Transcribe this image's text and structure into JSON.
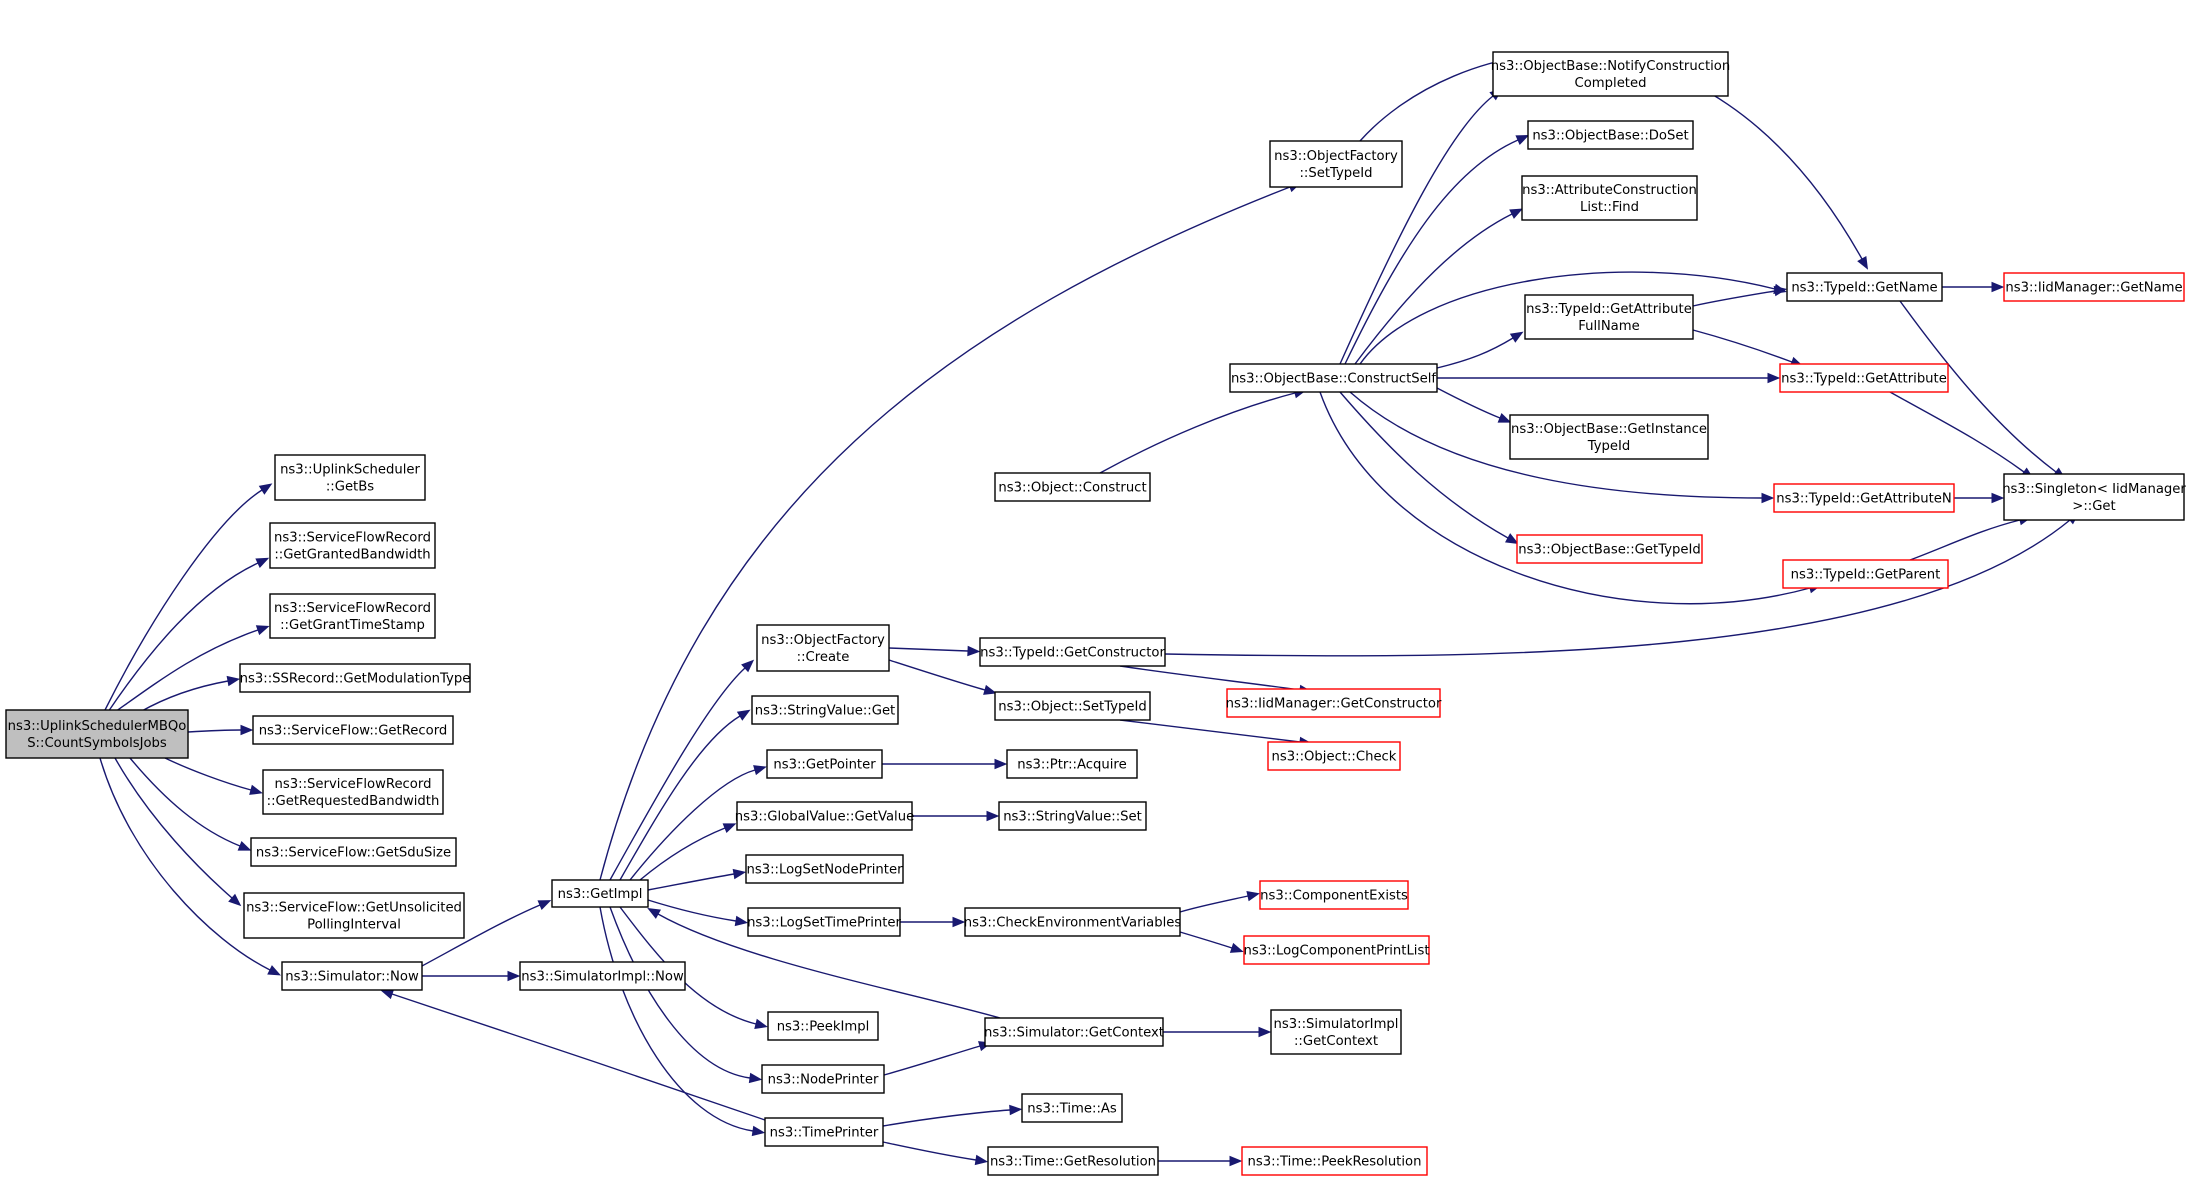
{
  "colors": {
    "edge": "#191970",
    "box_normal": "#000000",
    "box_truncated": "#ff0000",
    "box_root_fill": "#bfbfbf"
  },
  "nodes": [
    {
      "id": "root",
      "lines": [
        "ns3::UplinkSchedulerMBQo",
        "S::CountSymbolsJobs"
      ],
      "kind": "root"
    },
    {
      "id": "getbs",
      "lines": [
        "ns3::UplinkScheduler",
        "::GetBs"
      ],
      "kind": "normal"
    },
    {
      "id": "getgrantedbw",
      "lines": [
        "ns3::ServiceFlowRecord",
        "::GetGrantedBandwidth"
      ],
      "kind": "normal"
    },
    {
      "id": "getgranttime",
      "lines": [
        "ns3::ServiceFlowRecord",
        "::GetGrantTimeStamp"
      ],
      "kind": "normal"
    },
    {
      "id": "getmodtype",
      "lines": [
        "ns3::SSRecord::GetModulationType"
      ],
      "kind": "normal"
    },
    {
      "id": "getrecord",
      "lines": [
        "ns3::ServiceFlow::GetRecord"
      ],
      "kind": "normal"
    },
    {
      "id": "getreqbw",
      "lines": [
        "ns3::ServiceFlowRecord",
        "::GetRequestedBandwidth"
      ],
      "kind": "normal"
    },
    {
      "id": "getsdusize",
      "lines": [
        "ns3::ServiceFlow::GetSduSize"
      ],
      "kind": "normal"
    },
    {
      "id": "getunsolicited",
      "lines": [
        "ns3::ServiceFlow::GetUnsolicited",
        "PollingInterval"
      ],
      "kind": "normal"
    },
    {
      "id": "simnow",
      "lines": [
        "ns3::Simulator::Now"
      ],
      "kind": "normal"
    },
    {
      "id": "getimpl",
      "lines": [
        "ns3::GetImpl"
      ],
      "kind": "normal"
    },
    {
      "id": "simimplnow",
      "lines": [
        "ns3::SimulatorImpl::Now"
      ],
      "kind": "normal"
    },
    {
      "id": "ofsettypeid",
      "lines": [
        "ns3::ObjectFactory",
        "::SetTypeId"
      ],
      "kind": "normal"
    },
    {
      "id": "ofcreate",
      "lines": [
        "ns3::ObjectFactory",
        "::Create"
      ],
      "kind": "normal"
    },
    {
      "id": "stringget",
      "lines": [
        "ns3::StringValue::Get"
      ],
      "kind": "normal"
    },
    {
      "id": "getpointer",
      "lines": [
        "ns3::GetPointer"
      ],
      "kind": "normal"
    },
    {
      "id": "gvgetvalue",
      "lines": [
        "ns3::GlobalValue::GetValue"
      ],
      "kind": "normal"
    },
    {
      "id": "logsetnode",
      "lines": [
        "ns3::LogSetNodePrinter"
      ],
      "kind": "normal"
    },
    {
      "id": "logsettime",
      "lines": [
        "ns3::LogSetTimePrinter"
      ],
      "kind": "normal"
    },
    {
      "id": "peekimpl",
      "lines": [
        "ns3::PeekImpl"
      ],
      "kind": "normal"
    },
    {
      "id": "nodeprinter",
      "lines": [
        "ns3::NodePrinter"
      ],
      "kind": "normal"
    },
    {
      "id": "timeprinter",
      "lines": [
        "ns3::TimePrinter"
      ],
      "kind": "normal"
    },
    {
      "id": "objconstruct",
      "lines": [
        "ns3::Object::Construct"
      ],
      "kind": "normal"
    },
    {
      "id": "tidgetctor",
      "lines": [
        "ns3::TypeId::GetConstructor"
      ],
      "kind": "normal"
    },
    {
      "id": "objsettypeid",
      "lines": [
        "ns3::Object::SetTypeId"
      ],
      "kind": "normal"
    },
    {
      "id": "ptracquire",
      "lines": [
        "ns3::Ptr::Acquire"
      ],
      "kind": "normal"
    },
    {
      "id": "stringset",
      "lines": [
        "ns3::StringValue::Set"
      ],
      "kind": "normal"
    },
    {
      "id": "checkenv",
      "lines": [
        "ns3::CheckEnvironmentVariables"
      ],
      "kind": "normal"
    },
    {
      "id": "simgetctx",
      "lines": [
        "ns3::Simulator::GetContext"
      ],
      "kind": "normal"
    },
    {
      "id": "timeas",
      "lines": [
        "ns3::Time::As"
      ],
      "kind": "normal"
    },
    {
      "id": "timegetres",
      "lines": [
        "ns3::Time::GetResolution"
      ],
      "kind": "normal"
    },
    {
      "id": "obconstructself",
      "lines": [
        "ns3::ObjectBase::ConstructSelf"
      ],
      "kind": "normal"
    },
    {
      "id": "iidgetctor",
      "lines": [
        "ns3::IidManager::GetConstructor"
      ],
      "kind": "truncated"
    },
    {
      "id": "objcheck",
      "lines": [
        "ns3::Object::Check"
      ],
      "kind": "truncated"
    },
    {
      "id": "compexists",
      "lines": [
        "ns3::ComponentExists"
      ],
      "kind": "truncated"
    },
    {
      "id": "logcompprint",
      "lines": [
        "ns3::LogComponentPrintList"
      ],
      "kind": "truncated"
    },
    {
      "id": "simimplgetctx",
      "lines": [
        "ns3::SimulatorImpl",
        "::GetContext"
      ],
      "kind": "normal"
    },
    {
      "id": "timepeekres",
      "lines": [
        "ns3::Time::PeekResolution"
      ],
      "kind": "truncated"
    },
    {
      "id": "obnotify",
      "lines": [
        "ns3::ObjectBase::NotifyConstruction",
        "Completed"
      ],
      "kind": "normal"
    },
    {
      "id": "obdoset",
      "lines": [
        "ns3::ObjectBase::DoSet"
      ],
      "kind": "normal"
    },
    {
      "id": "attrfind",
      "lines": [
        "ns3::AttributeConstruction",
        "List::Find"
      ],
      "kind": "normal"
    },
    {
      "id": "tidgetattrfull",
      "lines": [
        "ns3::TypeId::GetAttribute",
        "FullName"
      ],
      "kind": "normal"
    },
    {
      "id": "obgetinst",
      "lines": [
        "ns3::ObjectBase::GetInstance",
        "TypeId"
      ],
      "kind": "normal"
    },
    {
      "id": "obgettypeid",
      "lines": [
        "ns3::ObjectBase::GetTypeId"
      ],
      "kind": "truncated"
    },
    {
      "id": "tidgetname",
      "lines": [
        "ns3::TypeId::GetName"
      ],
      "kind": "normal"
    },
    {
      "id": "tidgetattr",
      "lines": [
        "ns3::TypeId::GetAttribute"
      ],
      "kind": "truncated"
    },
    {
      "id": "tidgetattrn",
      "lines": [
        "ns3::TypeId::GetAttributeN"
      ],
      "kind": "truncated"
    },
    {
      "id": "tidgetparent",
      "lines": [
        "ns3::TypeId::GetParent"
      ],
      "kind": "truncated"
    },
    {
      "id": "iidgetname",
      "lines": [
        "ns3::IidManager::GetName"
      ],
      "kind": "truncated"
    },
    {
      "id": "singletonget",
      "lines": [
        "ns3::Singleton< IidManager",
        " >::Get"
      ],
      "kind": "normal"
    }
  ],
  "edges": [
    [
      "root",
      "getbs"
    ],
    [
      "root",
      "getgrantedbw"
    ],
    [
      "root",
      "getgranttime"
    ],
    [
      "root",
      "getmodtype"
    ],
    [
      "root",
      "getrecord"
    ],
    [
      "root",
      "getreqbw"
    ],
    [
      "root",
      "getsdusize"
    ],
    [
      "root",
      "getunsolicited"
    ],
    [
      "root",
      "simnow"
    ],
    [
      "simnow",
      "getimpl"
    ],
    [
      "simnow",
      "simimplnow"
    ],
    [
      "getimpl",
      "ofsettypeid"
    ],
    [
      "getimpl",
      "ofcreate"
    ],
    [
      "getimpl",
      "stringget"
    ],
    [
      "getimpl",
      "getpointer"
    ],
    [
      "getimpl",
      "gvgetvalue"
    ],
    [
      "getimpl",
      "logsetnode"
    ],
    [
      "getimpl",
      "logsettime"
    ],
    [
      "getimpl",
      "peekimpl"
    ],
    [
      "getimpl",
      "nodeprinter"
    ],
    [
      "getimpl",
      "timeprinter"
    ],
    [
      "ofsettypeid",
      "tidgetname"
    ],
    [
      "ofcreate",
      "objconstruct"
    ],
    [
      "ofcreate",
      "tidgetctor"
    ],
    [
      "ofcreate",
      "objsettypeid"
    ],
    [
      "getpointer",
      "ptracquire"
    ],
    [
      "gvgetvalue",
      "stringset"
    ],
    [
      "logsettime",
      "checkenv"
    ],
    [
      "simgetctx",
      "getimpl"
    ],
    [
      "simgetctx",
      "simimplgetctx"
    ],
    [
      "nodeprinter",
      "simgetctx"
    ],
    [
      "timeprinter",
      "simnow"
    ],
    [
      "timeprinter",
      "timeas"
    ],
    [
      "timeprinter",
      "timegetres"
    ],
    [
      "objconstruct",
      "obconstructself"
    ],
    [
      "tidgetctor",
      "iidgetctor"
    ],
    [
      "tidgetctor",
      "singletonget"
    ],
    [
      "objsettypeid",
      "objcheck"
    ],
    [
      "checkenv",
      "compexists"
    ],
    [
      "checkenv",
      "logcompprint"
    ],
    [
      "timegetres",
      "timepeekres"
    ],
    [
      "obconstructself",
      "obnotify"
    ],
    [
      "obconstructself",
      "obdoset"
    ],
    [
      "obconstructself",
      "attrfind"
    ],
    [
      "obconstructself",
      "tidgetname"
    ],
    [
      "obconstructself",
      "tidgetattrfull"
    ],
    [
      "obconstructself",
      "tidgetattr"
    ],
    [
      "obconstructself",
      "obgetinst"
    ],
    [
      "obconstructself",
      "tidgetattrn"
    ],
    [
      "obconstructself",
      "obgettypeid"
    ],
    [
      "obconstructself",
      "tidgetparent"
    ],
    [
      "tidgetattrfull",
      "tidgetname"
    ],
    [
      "tidgetattrfull",
      "tidgetattr"
    ],
    [
      "tidgetname",
      "iidgetname"
    ],
    [
      "tidgetname",
      "singletonget"
    ],
    [
      "tidgetattr",
      "singletonget"
    ],
    [
      "tidgetattrn",
      "singletonget"
    ],
    [
      "tidgetparent",
      "singletonget"
    ]
  ]
}
